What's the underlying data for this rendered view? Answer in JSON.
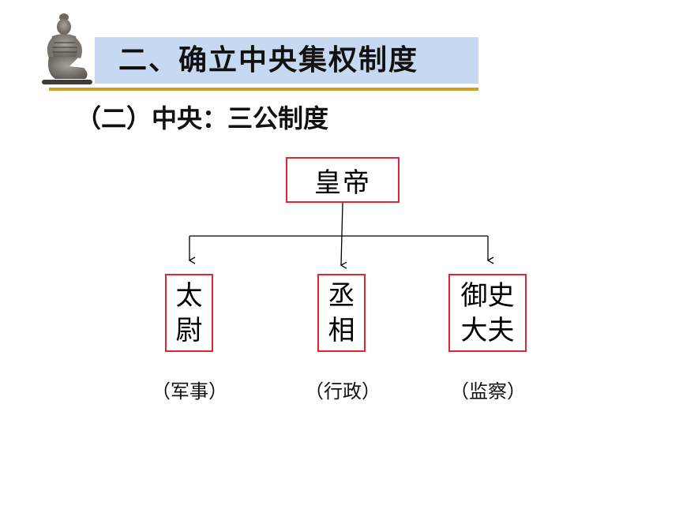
{
  "header": {
    "title": "二、确立中央集权制度",
    "banner_color": "#c6d9f1",
    "rule_color": "#c9a227",
    "figure_icon": "terracotta-warrior-icon"
  },
  "subtitle": "（二）中央：三公制度",
  "diagram": {
    "box_border_color": "#e0262f",
    "root": {
      "label": "皇帝"
    },
    "children": [
      {
        "label": "太\n尉",
        "role": "（军事）"
      },
      {
        "label": "丞\n相",
        "role": "（行政）"
      },
      {
        "label": "御史\n大夫",
        "role": "（监察）"
      }
    ]
  }
}
